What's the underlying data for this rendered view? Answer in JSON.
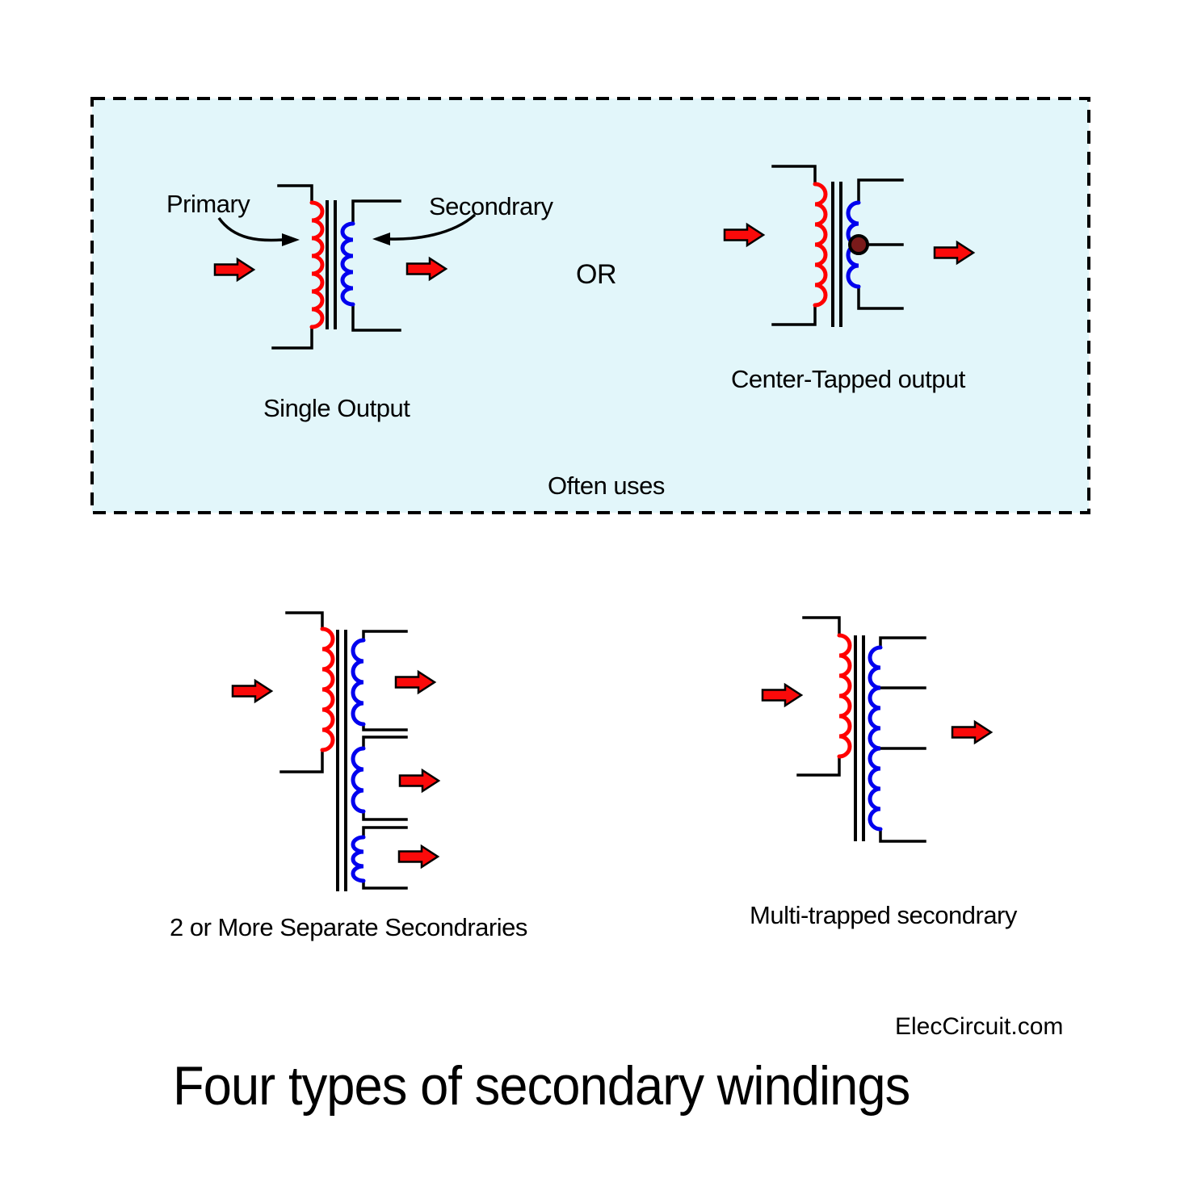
{
  "colors": {
    "panel_bg": "#E2F6FA",
    "line": "#000000",
    "primary_winding": "#FF0000",
    "secondary_winding": "#0000EE",
    "arrow_fill": "#FA0A0A",
    "tap_dot": "#7A1A1A"
  },
  "panel": {
    "primary_label": "Primary",
    "secondary_label": "Secondrary",
    "or_label": "OR",
    "often_uses_label": "Often uses",
    "single_output_caption": "Single Output",
    "center_tapped_caption": "Center-Tapped output"
  },
  "diagrams": {
    "separate_secondaries_caption": "2 or More Separate Secondraries",
    "multi_tapped_caption": "Multi-trapped secondrary"
  },
  "footer": {
    "brand": "ElecCircuit.com",
    "title": "Four types of secondary windings"
  },
  "icons": {
    "flow_arrow": "red-block-arrow-right-icon",
    "pointer": "curved-pointer-arrow-icon",
    "center_tap": "center-tap-dot"
  }
}
